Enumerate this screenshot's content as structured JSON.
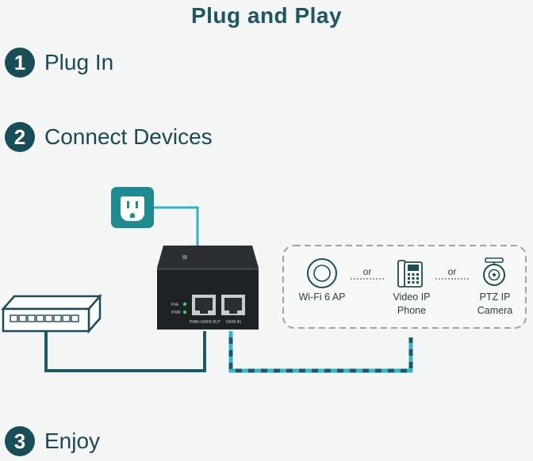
{
  "title": "Plug and Play",
  "steps": [
    {
      "number": "1",
      "label": "Plug In"
    },
    {
      "number": "2",
      "label": "Connect Devices"
    },
    {
      "number": "3",
      "label": "Enjoy"
    }
  ],
  "injector": {
    "led_labels": [
      "PoE",
      "PWR"
    ],
    "port_labels": [
      "PWR+DATA OUT",
      "DATA IN"
    ]
  },
  "devices": [
    {
      "name": "Wi-Fi 6 AP",
      "lines": [
        "Wi-Fi 6 AP"
      ],
      "icon": "access-point-icon"
    },
    {
      "name": "Video IP Phone",
      "lines": [
        "Video IP",
        "Phone"
      ],
      "icon": "ip-phone-icon"
    },
    {
      "name": "PTZ IP Camera",
      "lines": [
        "PTZ IP",
        "Camera"
      ],
      "icon": "camera-icon"
    }
  ],
  "separators": [
    "or",
    "or"
  ],
  "colors": {
    "accent": "#1f7f86",
    "cable_power": "#2fb3c9",
    "cable_data": "#1a5a66",
    "step_badge": "#174e58"
  }
}
